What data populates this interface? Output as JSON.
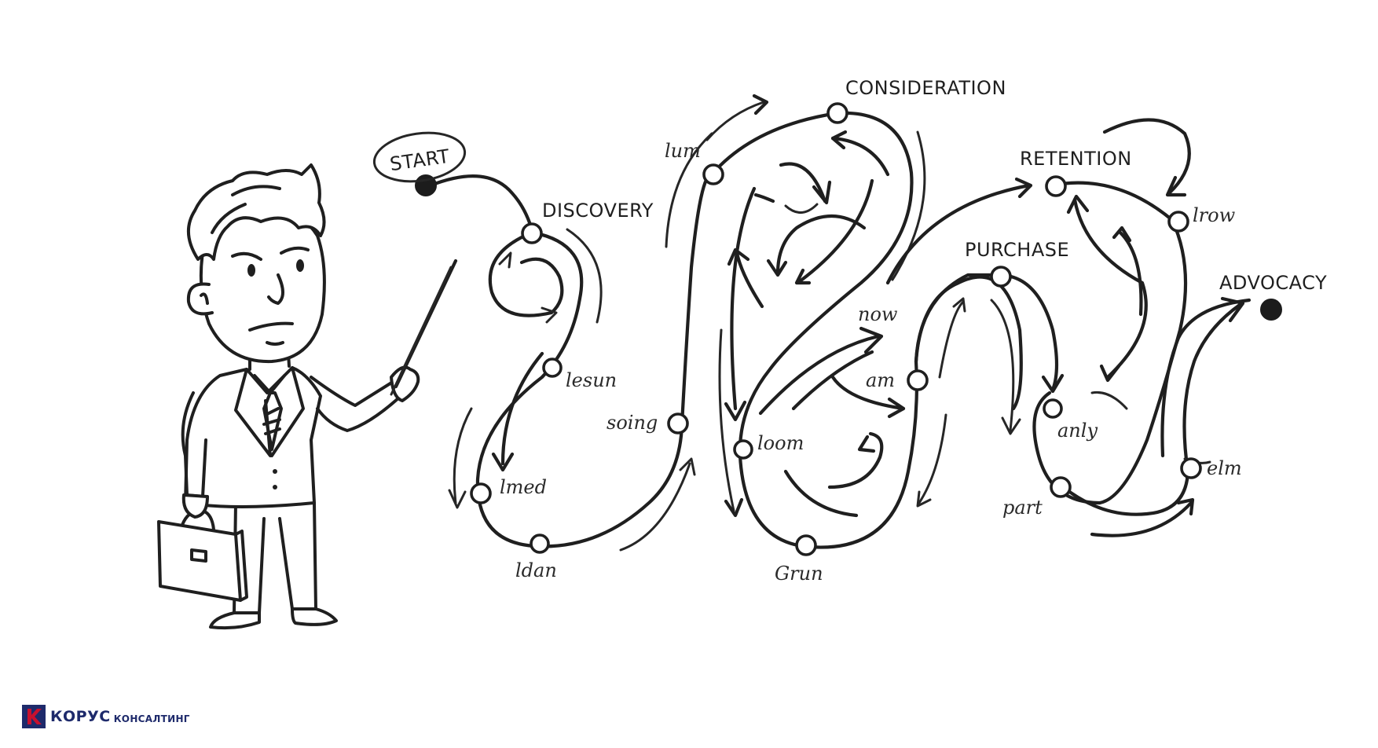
{
  "stages": {
    "start": "START",
    "discovery": "DISCOVERY",
    "consideration": "CONSIDERATION",
    "retention": "RETENTION",
    "purchase": "PURCHASE",
    "advocacy": "ADVOCACY"
  },
  "scribbles": {
    "learn": "lesun",
    "email": "lmed",
    "ldan": "ldan",
    "soing": "soing",
    "lum": "lum",
    "loom": "loom",
    "gram": "Grun",
    "new": "now",
    "am": "am",
    "any": "anly",
    "part": "part",
    "lrow": "lrow",
    "elm": "elm"
  },
  "brand": {
    "name": "КОРУС",
    "sub": "КОНСАЛТИНГ",
    "color": "#1e2a6b",
    "accent": "#c8102e"
  }
}
